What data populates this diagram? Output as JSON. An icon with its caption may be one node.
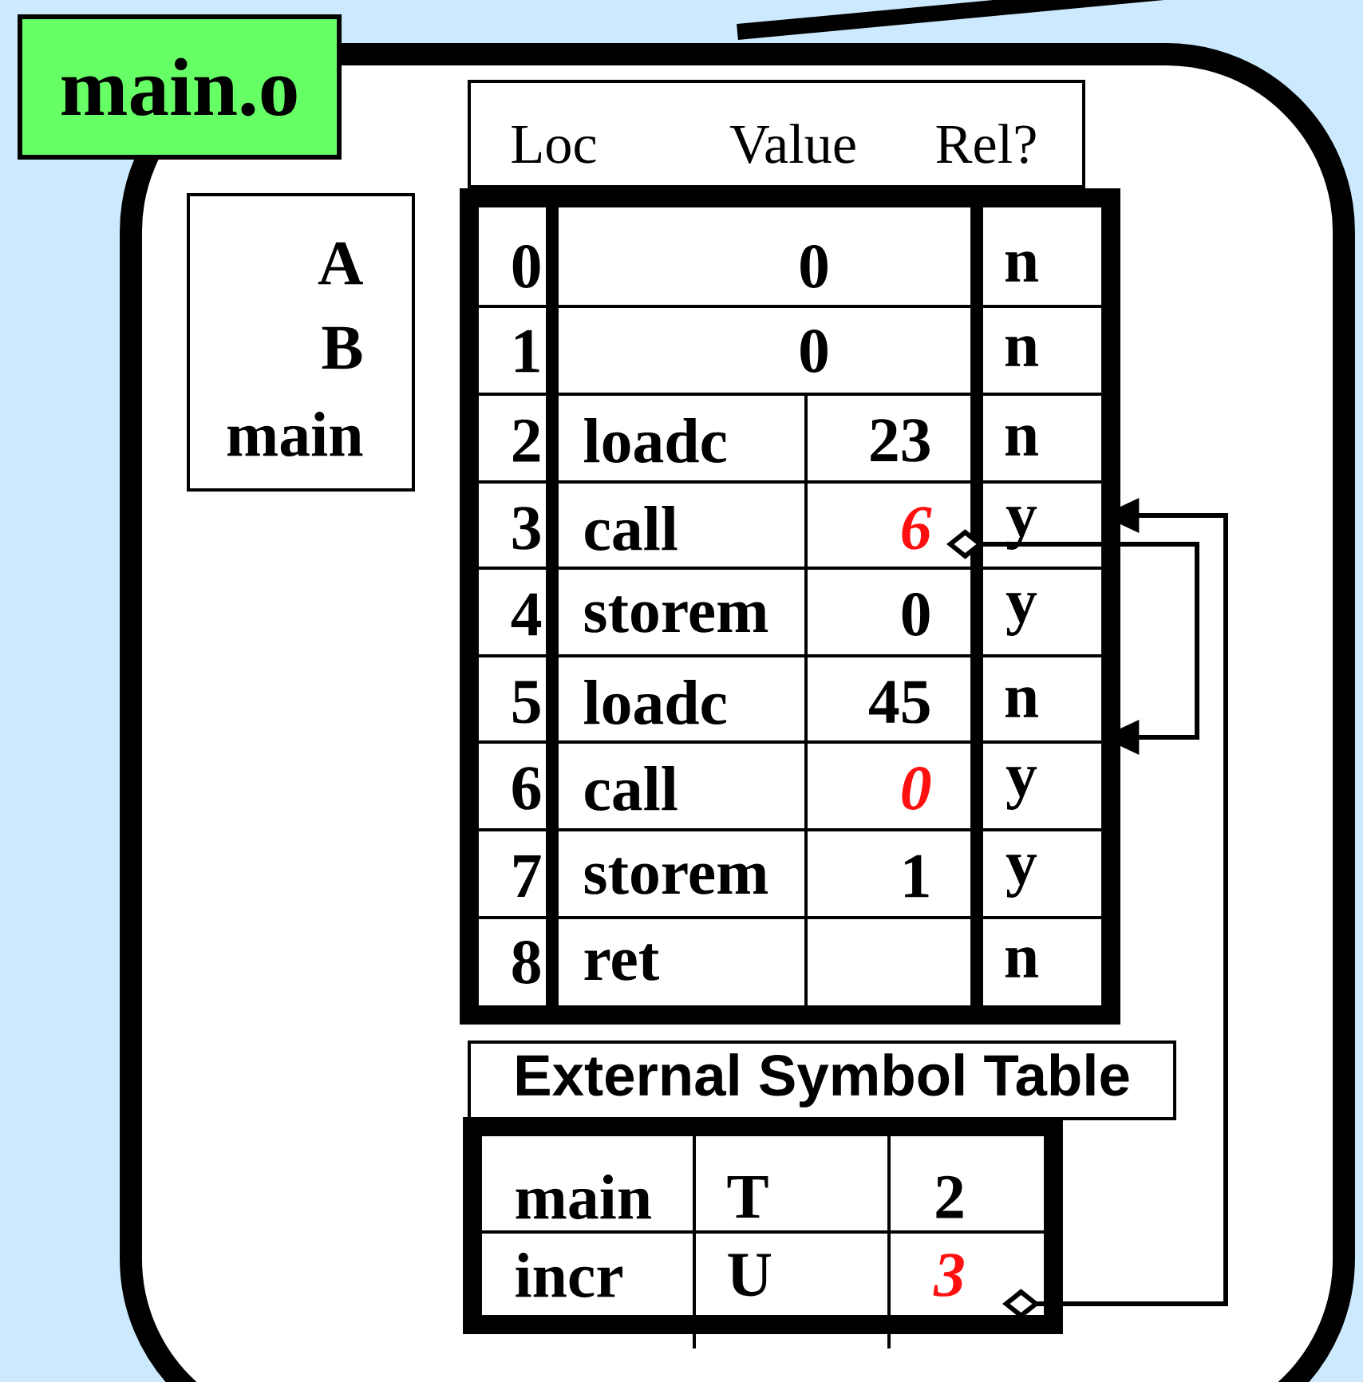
{
  "diagram": {
    "nodes": [
      {
        "text": [
          "main.o"
        ]
      },
      {
        "text": [
          "A",
          "B",
          "main"
        ],
        "in": 0
      },
      {
        "text": [
          "Loc",
          "Value",
          "Rel?"
        ],
        "in": 0
      },
      {
        "text": [],
        "shape": "box",
        "in": 0
      },
      {
        "text": [
          "0",
          "0",
          "n"
        ],
        "in": 3
      },
      {
        "text": [
          "1",
          "0",
          "n"
        ],
        "in": 3
      },
      {
        "text": [
          "2",
          "loadc",
          "23",
          "n"
        ],
        "in": 3
      },
      {
        "text": [
          "3",
          "call",
          "6",
          "y"
        ],
        "in": 3
      },
      {
        "text": [
          "4",
          "storem",
          "0",
          "y"
        ],
        "in": 3
      },
      {
        "text": [
          "5",
          "loadc",
          "45",
          "n"
        ],
        "in": 3
      },
      {
        "text": [
          "6",
          "call",
          "0",
          "y"
        ],
        "in": 3
      },
      {
        "text": [
          "7",
          "storem",
          "1",
          "y"
        ],
        "in": 3
      },
      {
        "text": [
          "8",
          "ret",
          "n"
        ],
        "in": 3
      },
      {
        "text": [
          "External Symbol Table"
        ],
        "in": 0
      },
      {
        "text": [],
        "shape": "box",
        "in": 0
      },
      {
        "text": [
          "main",
          "T",
          "2"
        ],
        "in": 14
      },
      {
        "text": [
          "incr",
          "U",
          "3"
        ],
        "in": 14
      }
    ],
    "edges": [
      {
        "from": 16,
        "to": 7,
        "arrow": "to"
      },
      {
        "from": 7,
        "to": 10,
        "arrow": "to"
      }
    ]
  }
}
